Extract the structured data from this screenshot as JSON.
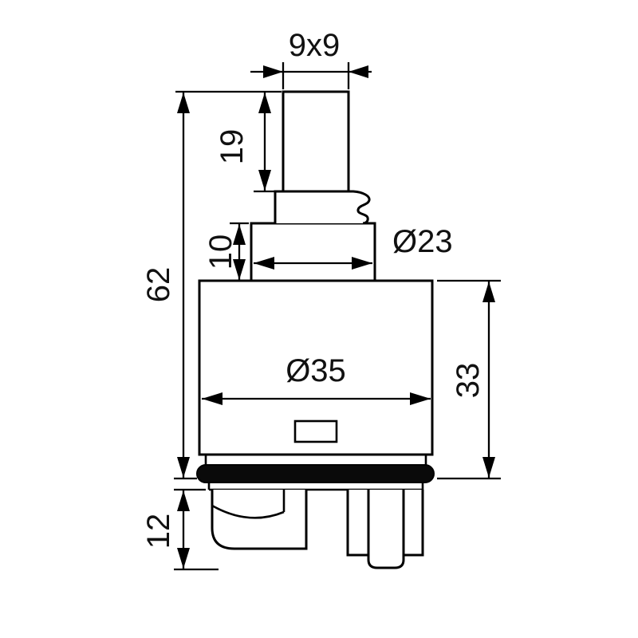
{
  "page": {
    "background_color": "#ffffff",
    "line_color": "#000000",
    "seal_color": "#0a0a0a"
  },
  "drawing": {
    "type": "technical-dimension-drawing",
    "subject": "mixer-cartridge",
    "dimensions": {
      "stem_square": "9x9",
      "stem_height": "19",
      "total_height": "62",
      "collar_height": "10",
      "collar_diameter": "Ø23",
      "body_diameter": "Ø35",
      "body_height": "33",
      "base_height": "12"
    }
  }
}
